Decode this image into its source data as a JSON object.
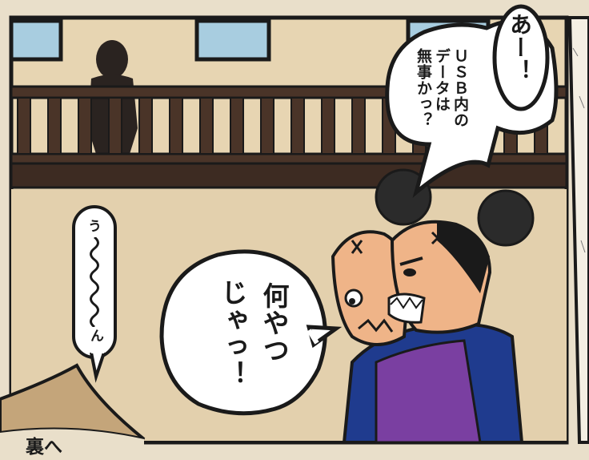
{
  "bubbles": {
    "ah": "あー！",
    "usb_lines": [
      "ＵＳＢ内の",
      "データは",
      "無事かっ？"
    ],
    "nani_lines": [
      "何やつ",
      "じゃっ！"
    ],
    "uun_head": "う",
    "uun_tail": "ん"
  },
  "page_turn": {
    "label": "裏へ"
  },
  "colors": {
    "background": "#e9dfca",
    "wall": "#e7d5b2",
    "railing": "#4a3428",
    "window": "#a8cde0",
    "robe": "#1f3b8e",
    "undergarment": "#7a3fa1",
    "skin": "#efb488",
    "page_curl": "#c4a57a",
    "ink": "#1a1a1a"
  }
}
